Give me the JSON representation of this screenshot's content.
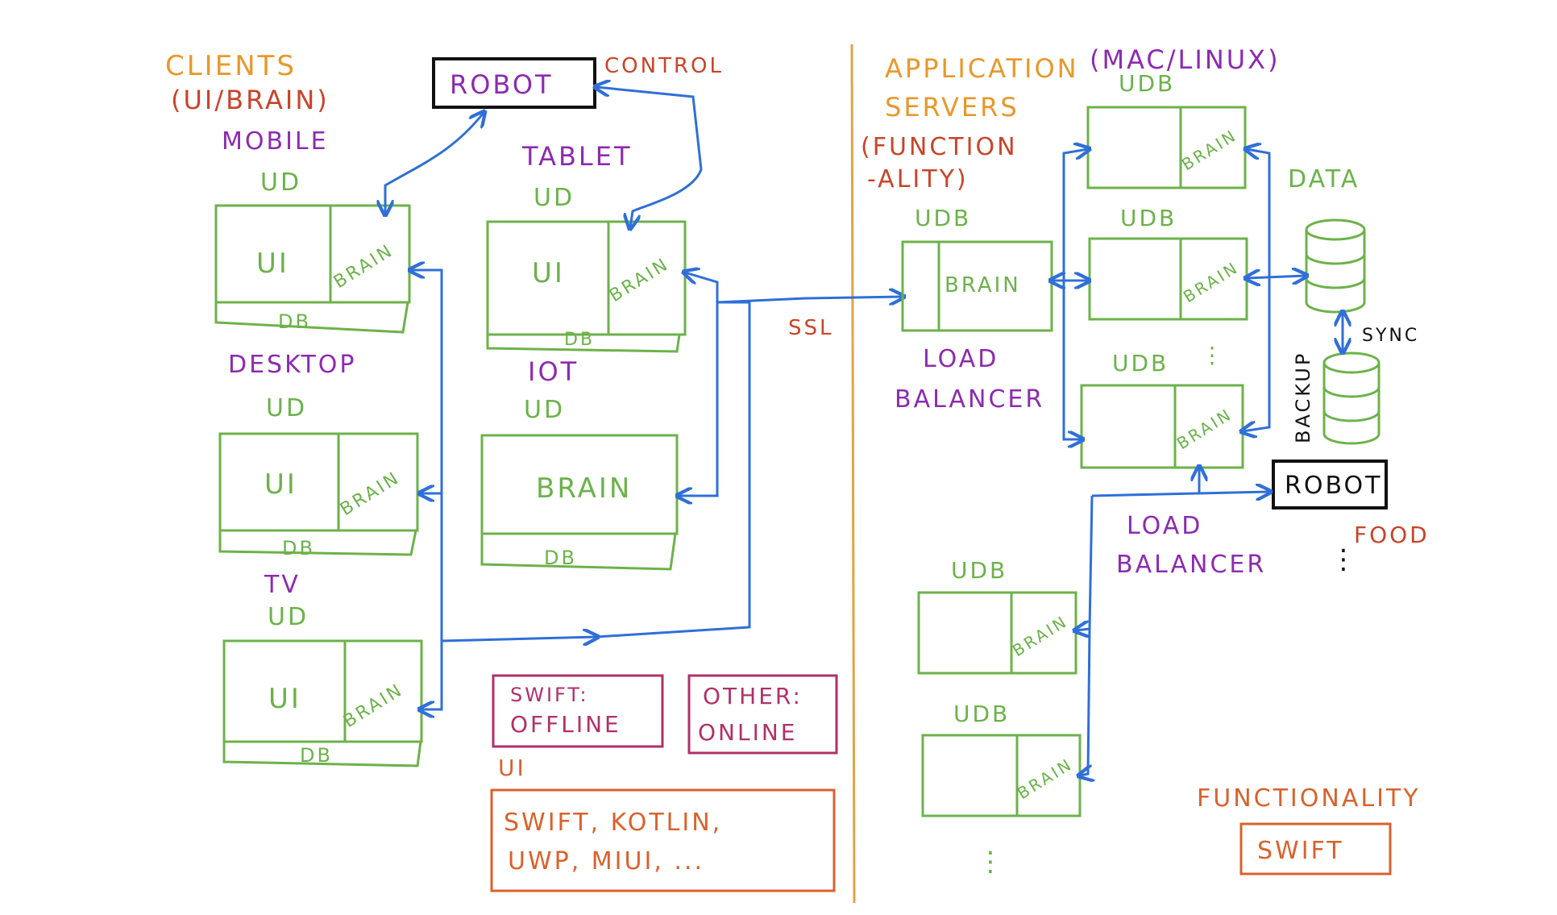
{
  "colors": {
    "orange": "#e8982a",
    "red": "#c8442a",
    "purple": "#8c2bb0",
    "green": "#6cb24a",
    "blue": "#2f6fd8",
    "black": "#111111",
    "magenta": "#b0306a",
    "orange_red": "#d9622c",
    "divider": "#e0a445"
  },
  "clients": {
    "title_line1": "CLIENTS",
    "title_line2": "(UI/BRAIN)",
    "robot": "ROBOT",
    "control": "CONTROL",
    "mobile": {
      "label": "MOBILE",
      "ud": "UD",
      "ui": "UI",
      "brain": "BRAIN",
      "db": "DB"
    },
    "tablet": {
      "label": "TABLET",
      "ud": "UD",
      "ui": "UI",
      "brain": "BRAIN",
      "db": "DB"
    },
    "desktop": {
      "label": "DESKTOP",
      "ud": "UD",
      "ui": "UI",
      "brain": "BRAIN",
      "db": "DB"
    },
    "iot": {
      "label": "IOT",
      "ud": "UD",
      "brain": "BRAIN",
      "db": "DB"
    },
    "tv": {
      "label": "TV",
      "ud": "UD",
      "ui": "UI",
      "brain": "BRAIN",
      "db": "DB"
    },
    "ssl": "SSL"
  },
  "notes": {
    "swift_line1": "SWIFT:",
    "swift_line2": "OFFLINE",
    "other_line1": "OTHER:",
    "other_line2": "ONLINE",
    "ui_label": "UI",
    "ui_line1": "SWIFT, KOTLIN,",
    "ui_line2": "UWP, MIUI, ..."
  },
  "servers": {
    "title_line1": "APPLICATION",
    "title_os": "(MAC/LINUX)",
    "title_line2": "SERVERS",
    "func_line1": "(FUNCTION",
    "func_line2": "-ALITY)",
    "udb": "UDB",
    "brain_upper": "BRAIN",
    "brain": "BRAIN",
    "load_balancer_1_line1": "LOAD",
    "load_balancer_1_line2": "BALANCER",
    "load_balancer_2_line1": "LOAD",
    "load_balancer_2_line2": "BALANCER",
    "data": "DATA",
    "sync": "SYNC",
    "backup": "BACKUP",
    "robot": "ROBOT",
    "food": "FOOD",
    "functionality": "FUNCTIONALITY",
    "swift": "SWIFT"
  }
}
